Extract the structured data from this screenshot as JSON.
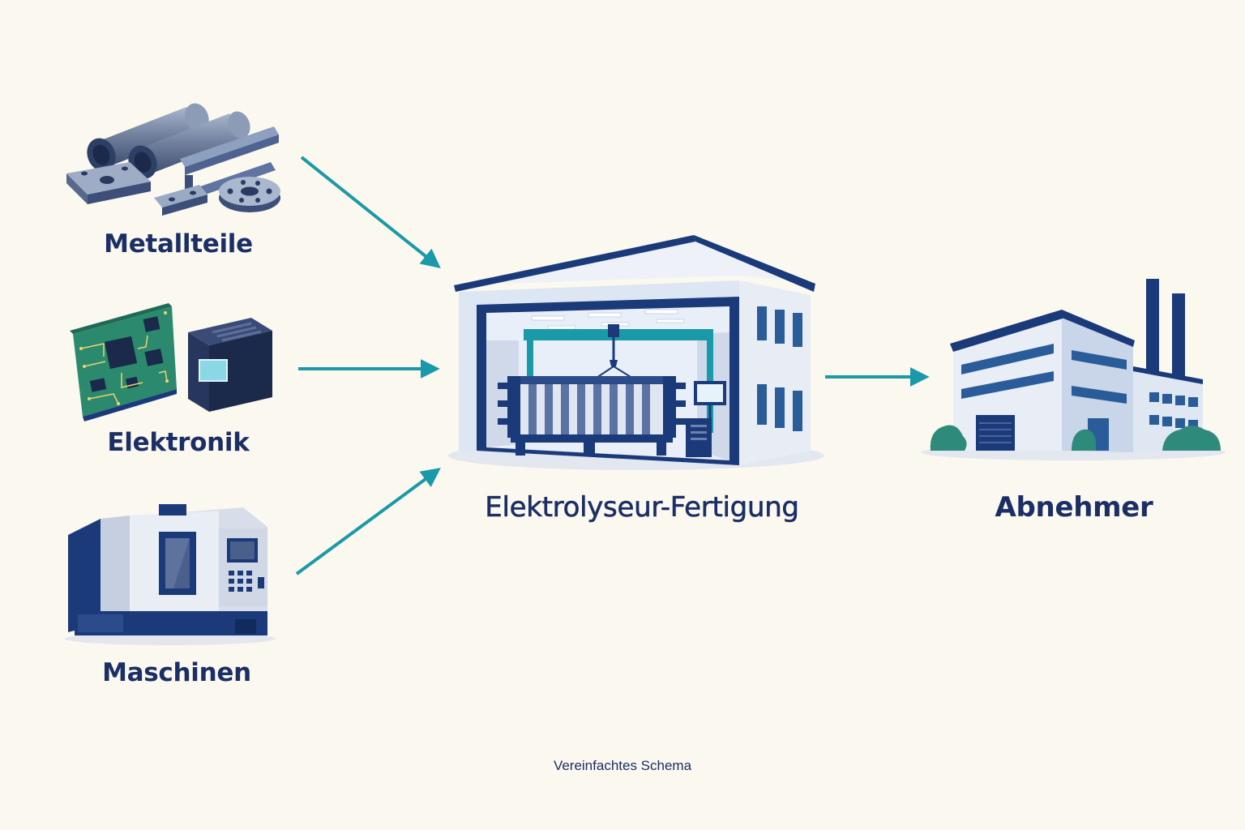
{
  "sources": [
    {
      "label": "Metallteile",
      "icon": "metal-parts-icon"
    },
    {
      "label": "Elektronik",
      "icon": "electronics-icon"
    },
    {
      "label": "Maschinen",
      "icon": "machine-icon"
    }
  ],
  "factory": {
    "label": "Elektrolyseur-Fertigung",
    "icon": "electrolyzer-factory-icon"
  },
  "customer": {
    "label": "Abnehmer",
    "icon": "customer-factory-icon"
  },
  "footnote": "Vereinfachtes Schema",
  "colors": {
    "background": "#fbf8ef",
    "arrow": "#1a9aa8",
    "navy": "#1b3a7a",
    "label": "#1b2f66",
    "light_blue": "#dde6f3"
  }
}
